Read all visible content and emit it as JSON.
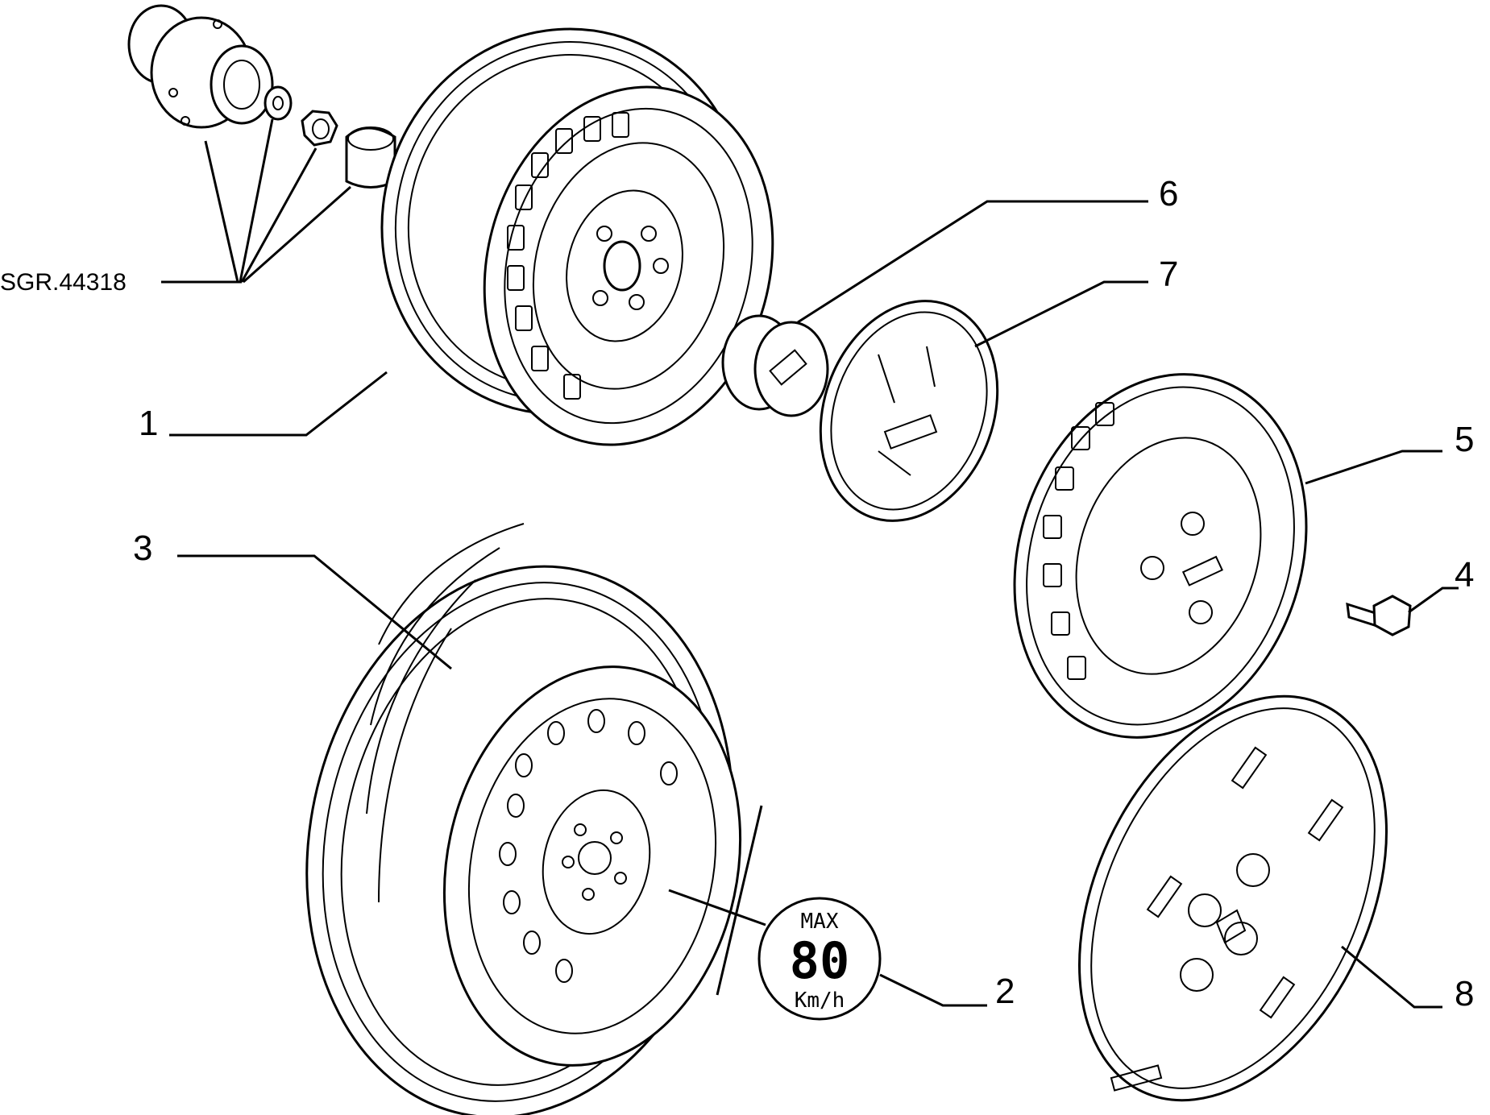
{
  "reference_code": "SGR.44318",
  "callouts": [
    "1",
    "2",
    "3",
    "4",
    "5",
    "6",
    "7",
    "8"
  ],
  "speed_sign": {
    "top": "MAX",
    "value": "80",
    "unit": "Km/h"
  }
}
